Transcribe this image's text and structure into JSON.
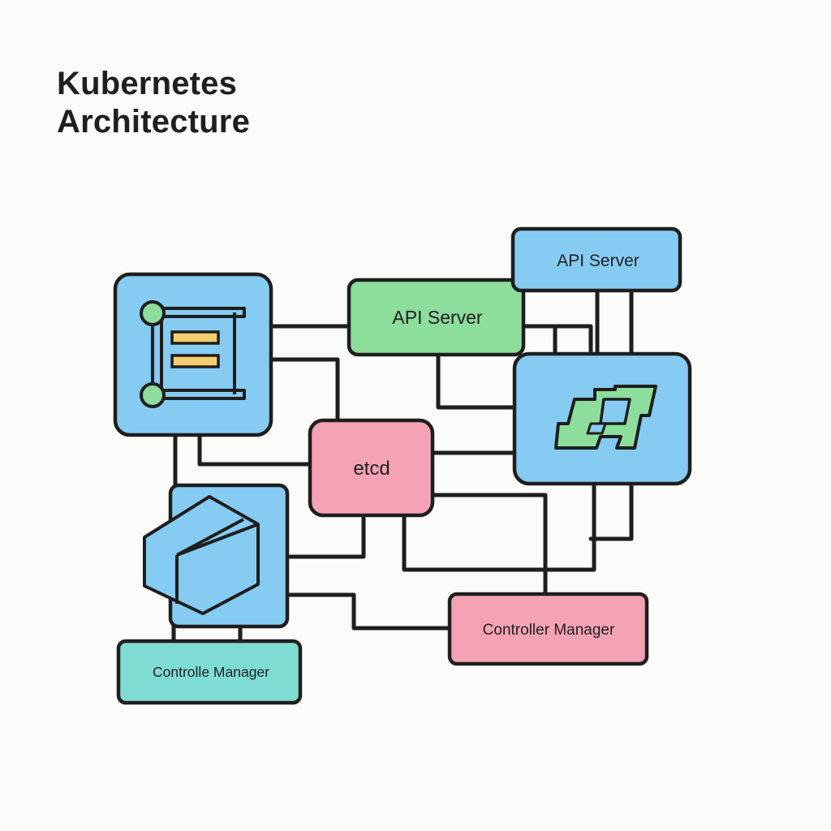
{
  "title_lines": [
    "Kubernetes",
    "Architecture"
  ],
  "nodes": {
    "api_server_top": "API Server",
    "api_server_mid": "API Server",
    "etcd": "etcd",
    "controller_manager_right": "Controller Manager",
    "controller_manager_left": "Controlle Manager"
  },
  "colors": {
    "blue": "#86cbf2",
    "green": "#8ddd9c",
    "pink": "#f5a2b5",
    "teal": "#7fdcd2",
    "yellow": "#f2cf6e",
    "line": "#1e1e1e"
  },
  "icons": [
    "server-list-icon",
    "package-box-icon",
    "puzzle-icon"
  ]
}
